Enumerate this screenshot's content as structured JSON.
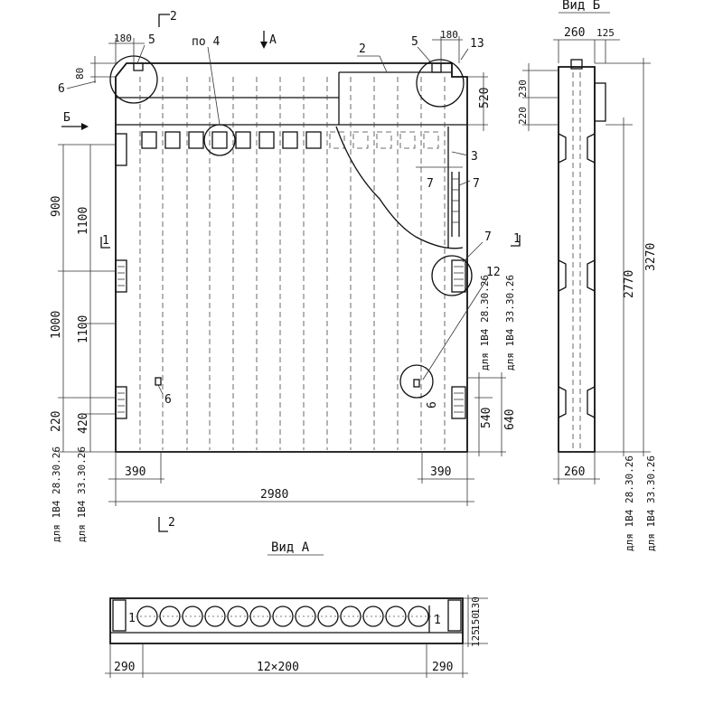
{
  "main_view": {
    "dims": {
      "d180_left": "180",
      "d80": "80",
      "d180_right": "180",
      "d520": "520",
      "d230": "230",
      "d220_top": "220",
      "d900": "900",
      "d1100_top": "1100",
      "d1000": "1000",
      "d1100_bottom": "1100",
      "d220_bottom": "220",
      "d420": "420",
      "d540": "540",
      "d640": "640",
      "d390_left": "390",
      "d390_right": "390",
      "d2980": "2980"
    },
    "callouts": {
      "c2_top": "2",
      "c5_left": "5",
      "po4": "по 4",
      "cA": "А",
      "c2_mid": "2",
      "c5_right": "5",
      "c13": "13",
      "c6_left": "6",
      "cB": "Б",
      "c3": "3",
      "c7a": "7",
      "c7b": "7",
      "c7c": "7",
      "c1_left": "1",
      "c1_right": "1",
      "c12": "12",
      "c6_bottom": "6",
      "c6_right": "6",
      "c2_bottom": "2"
    },
    "notes": {
      "n1": "для 1В4 28.30.26",
      "n2": "для 1В4 33.30.26",
      "n3": "для 1В4 28.30.26",
      "n4": "для 1В4 33.30.26"
    }
  },
  "side_view": {
    "title": "Вид Б",
    "dims": {
      "d260_top": "260",
      "d125": "125",
      "d2770": "2770",
      "d3270": "3270",
      "d260_bottom": "260"
    },
    "notes": {
      "n1": "для 1В4 28.30.26",
      "n2": "для 1В4 33.30.26"
    }
  },
  "plan_view": {
    "title": "Вид А",
    "dims": {
      "d290_left": "290",
      "d12x200": "12×200",
      "d290_right": "290",
      "d130": "130",
      "d150": "150",
      "d125": "125"
    },
    "callouts": {
      "c1_left": "1",
      "c1_right": "1"
    }
  }
}
